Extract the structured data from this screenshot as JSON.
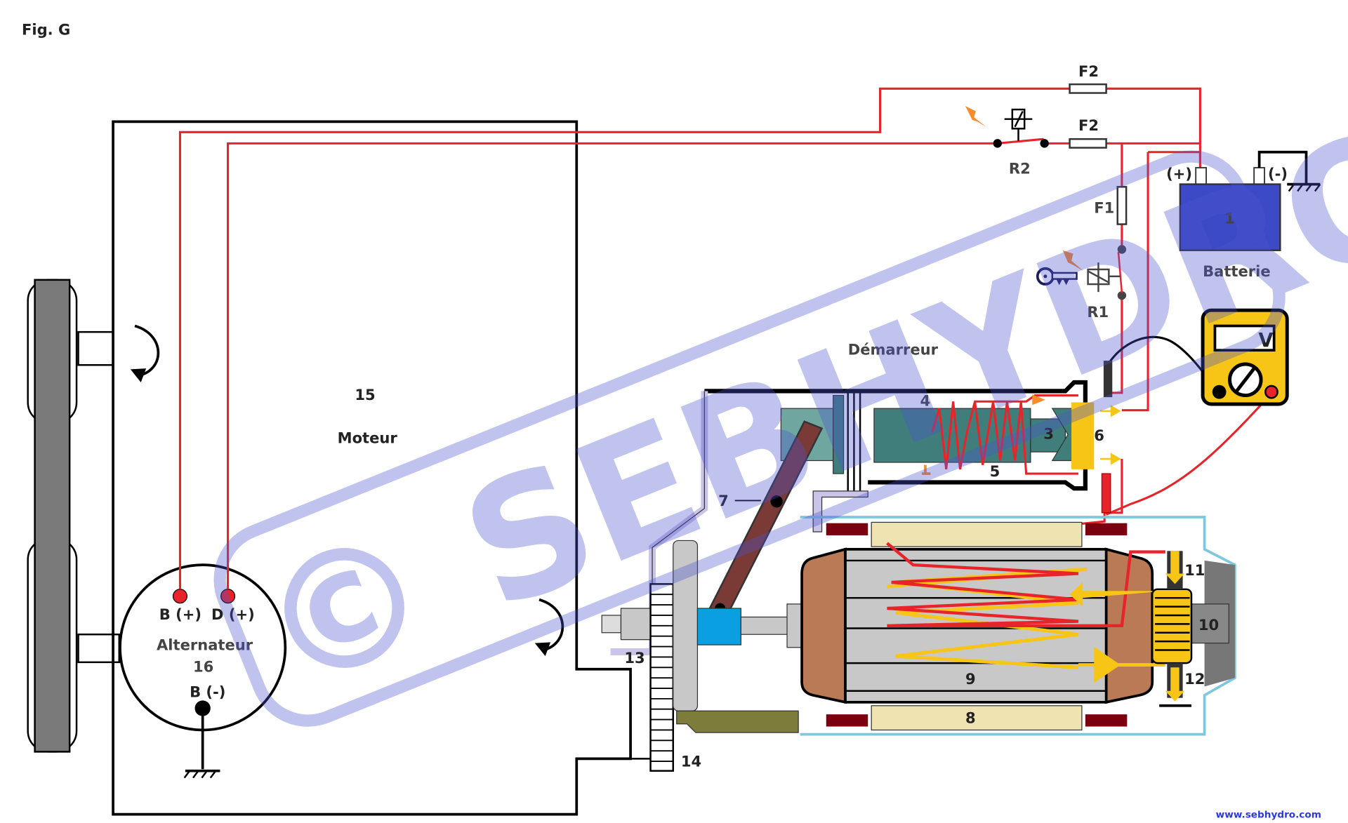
{
  "figure": {
    "title": "Fig. G"
  },
  "labels": {
    "engine_number": "15",
    "engine": "Moteur",
    "starter": "Démarreur",
    "alt_b_plus": "B (+)",
    "alt_d_plus": "D (+)",
    "alternator": "Alternateur",
    "alt_number": "16",
    "alt_b_minus": "B (-)",
    "fuse_f2_top": "F2",
    "fuse_f2_mid": "F2",
    "fuse_f1": "F1",
    "relay_r1": "R1",
    "relay_r2": "R2",
    "battery": "Batterie",
    "battery_number": "1",
    "battery_plus": "(+)",
    "battery_minus": "(-)",
    "voltmeter": "V",
    "n3": "3",
    "n4": "4",
    "n5": "5",
    "n6": "6",
    "n7": "7",
    "n8": "8",
    "n9": "9",
    "n10": "10",
    "n11": "11",
    "n12": "12",
    "n13": "13",
    "n14": "14"
  },
  "watermark": {
    "text": "© SEBHYDRO"
  },
  "footer": {
    "url": "www.sebhydro.com"
  },
  "colors": {
    "wire": "#e8242b",
    "battery": "#3d4ac8",
    "meter": "#f7c515",
    "current": "#f7c515",
    "watermark": "#4c55d0"
  }
}
